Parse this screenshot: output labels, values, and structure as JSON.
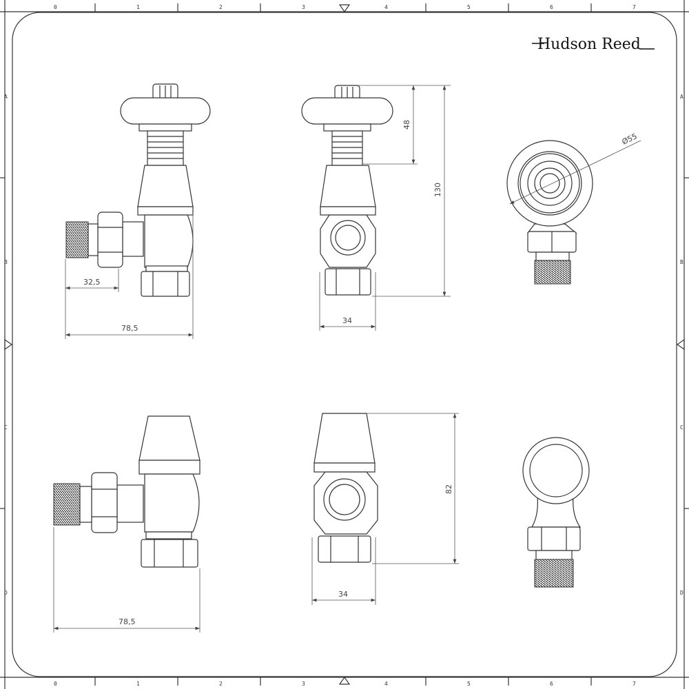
{
  "logo": {
    "text": "Hudson Reed"
  },
  "grid": {
    "columns": [
      "0",
      "1",
      "2",
      "3",
      "4",
      "5",
      "6",
      "7"
    ],
    "rows": [
      "A",
      "B",
      "C",
      "D"
    ]
  },
  "dimensions": {
    "top_side_inlet": "32,5",
    "top_side_width": "78,5",
    "top_front_width": "34",
    "top_front_head": "48",
    "top_front_height": "130",
    "top_end_diameter": "Ø55",
    "bottom_side_width": "78,5",
    "bottom_front_width": "34",
    "bottom_front_height": "82"
  }
}
